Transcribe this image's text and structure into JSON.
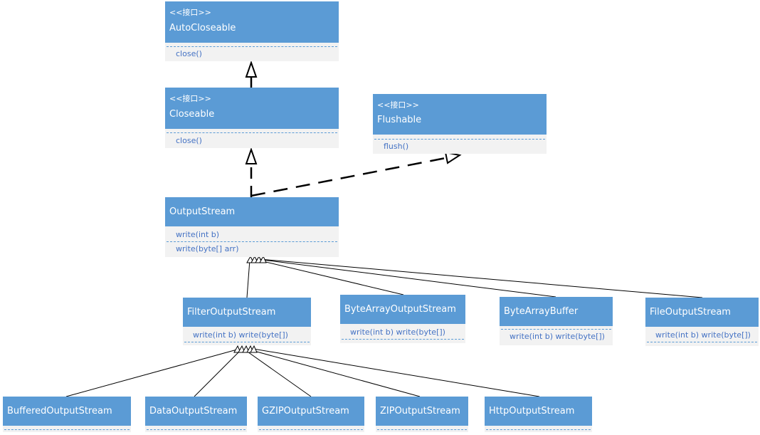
{
  "classes": {
    "autocloseable": {
      "stereotype": "<<接口>>",
      "name": "AutoCloseable",
      "ops": [
        "close()"
      ]
    },
    "closeable": {
      "stereotype": "<<接口>>",
      "name": "Closeable",
      "ops": [
        "close()"
      ]
    },
    "flushable": {
      "stereotype": "<<接口>>",
      "name": "Flushable",
      "ops": [
        "flush()"
      ]
    },
    "outputstream": {
      "name": "OutputStream",
      "ops": [
        "write(int b)",
        "write(byte[] arr)"
      ]
    },
    "filteroutputstream": {
      "name": "FilterOutputStream",
      "ops": [
        "write(int b)  write(byte[])"
      ]
    },
    "bytearrayoutputstream": {
      "name": "ByteArrayOutputStream",
      "ops": [
        "write(int b)  write(byte[])"
      ]
    },
    "bytearraybuffer": {
      "name": "ByteArrayBuffer",
      "ops": [
        "write(int b)  write(byte[])"
      ]
    },
    "fileoutputstream": {
      "name": "FileOutputStream",
      "ops": [
        "write(int b)  write(byte[])"
      ]
    },
    "bufferedoutputstream": {
      "name": "BufferedOutputStream"
    },
    "dataoutputstream": {
      "name": "DataOutputStream"
    },
    "gzipoutputstream": {
      "name": "GZIPOutputStream"
    },
    "zipoutputstream": {
      "name": "ZIPOutputStream"
    },
    "httpoutputstream": {
      "name": "HttpOutputStream"
    }
  },
  "colors": {
    "header": "#5b9bd5",
    "body": "#f2f2f2",
    "op_text": "#4472c4",
    "line": "#000000"
  }
}
